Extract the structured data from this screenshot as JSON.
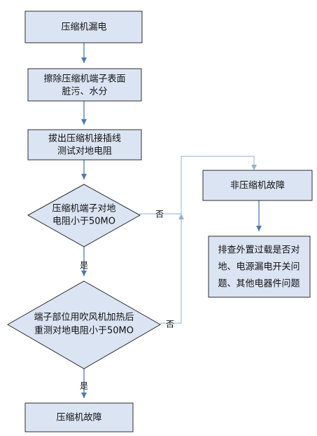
{
  "nodes": {
    "leak": "压缩机漏电",
    "clean_line1": "擦除压缩机端子表面",
    "clean_line2": "脏污、水分",
    "unplug_line1": "拔出压缩机接插线",
    "unplug_line2": "测试对地电阻",
    "decision1_line1": "压缩机端子对地",
    "decision1_line2": "电阻小于50MO",
    "decision2_line1": "端子部位用吹风机加热后",
    "decision2_line2": "重测对地电阻小于50MO",
    "fault": "压缩机故障",
    "non_fault": "非压缩机故障",
    "check_line1": "排查外置过载是否对",
    "check_line2": "地、电源漏电开关问",
    "check_line3": "题、其他电器件问题"
  },
  "edge_labels": {
    "yes1": "是",
    "yes2": "是",
    "no1": "否",
    "no2": "否"
  }
}
